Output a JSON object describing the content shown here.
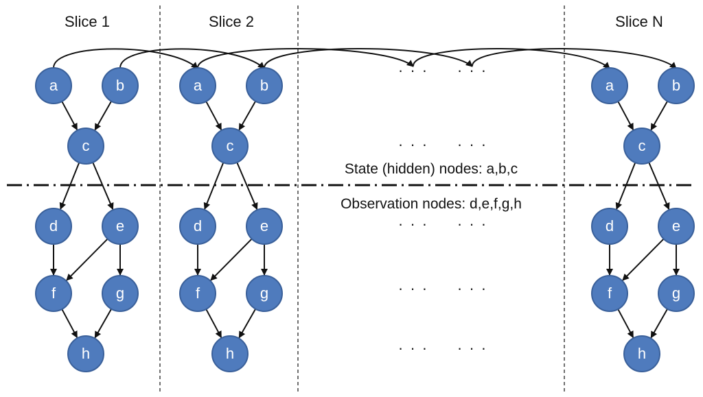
{
  "slices": [
    {
      "title": "Slice 1",
      "nodes": {
        "a": "a",
        "b": "b",
        "c": "c",
        "d": "d",
        "e": "e",
        "f": "f",
        "g": "g",
        "h": "h"
      }
    },
    {
      "title": "Slice 2",
      "nodes": {
        "a": "a",
        "b": "b",
        "c": "c",
        "d": "d",
        "e": "e",
        "f": "f",
        "g": "g",
        "h": "h"
      }
    },
    {
      "title": "Slice N",
      "nodes": {
        "a": "a",
        "b": "b",
        "c": "c",
        "d": "d",
        "e": "e",
        "f": "f",
        "g": "g",
        "h": "h"
      }
    }
  ],
  "ellipsis": "· · ·",
  "captions": {
    "state": "State (hidden) nodes: a,b,c",
    "observation": "Observation nodes: d,e,f,g,h"
  },
  "colors": {
    "node_fill": "#4f7bbd",
    "node_stroke": "#3a609a"
  }
}
